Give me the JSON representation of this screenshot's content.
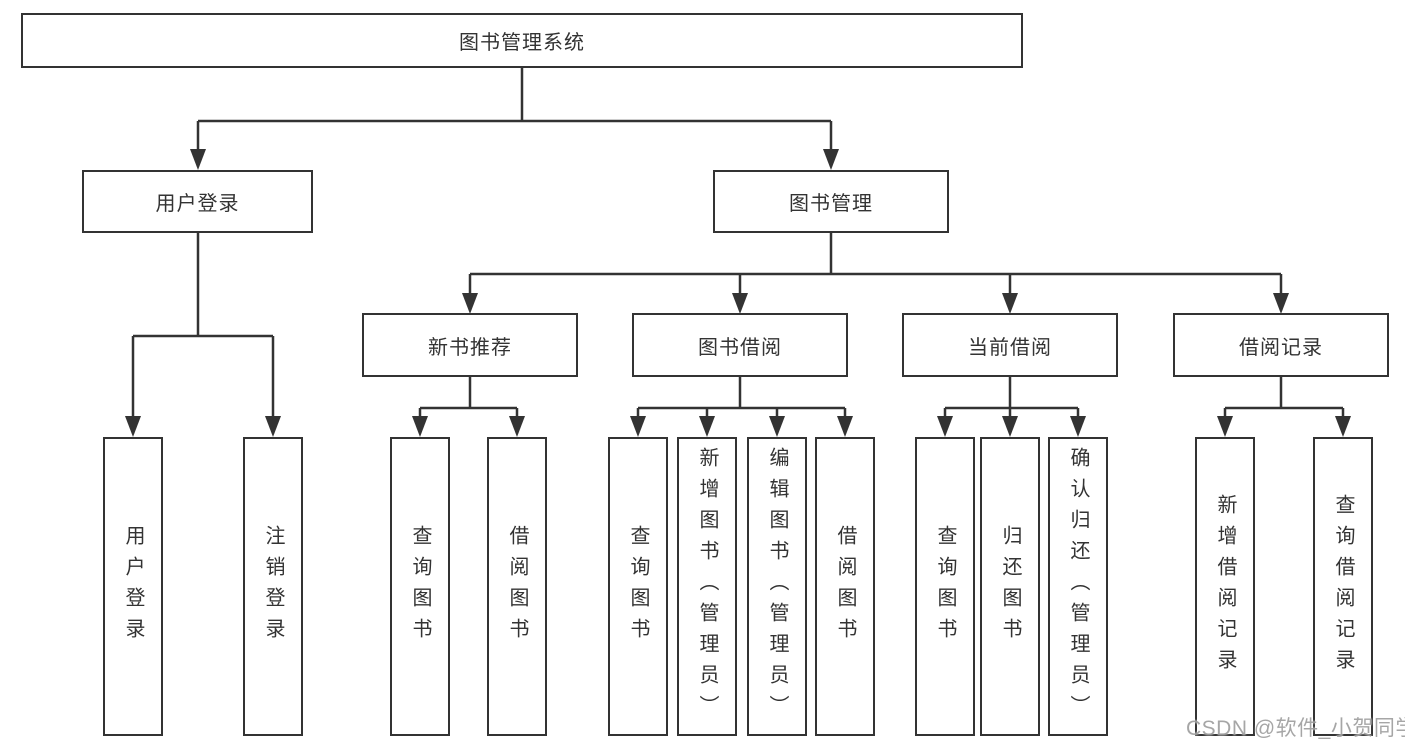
{
  "diagram": {
    "root": {
      "label": "图书管理系统"
    },
    "branches": [
      {
        "label": "用户登录",
        "leaves": [
          {
            "label": "用户登录"
          },
          {
            "label": "注销登录"
          }
        ]
      },
      {
        "label": "图书管理",
        "sections": [
          {
            "label": "新书推荐",
            "leaves": [
              {
                "label": "查询图书"
              },
              {
                "label": "借阅图书"
              }
            ]
          },
          {
            "label": "图书借阅",
            "leaves": [
              {
                "label": "查询图书"
              },
              {
                "label": "新增图书（管理员）"
              },
              {
                "label": "编辑图书（管理员）"
              },
              {
                "label": "借阅图书"
              }
            ]
          },
          {
            "label": "当前借阅",
            "leaves": [
              {
                "label": "查询图书"
              },
              {
                "label": "归还图书"
              },
              {
                "label": "确认归还（管理员）"
              }
            ]
          },
          {
            "label": "借阅记录",
            "leaves": [
              {
                "label": "新增借阅记录"
              },
              {
                "label": "查询借阅记录"
              }
            ]
          }
        ]
      }
    ]
  },
  "watermark": {
    "text": "CSDN @软件_小贺同学"
  },
  "colors": {
    "line": "#333333",
    "box_border": "#333333",
    "box_fill": "#ffffff",
    "text": "#333333",
    "watermark": "#999999"
  }
}
